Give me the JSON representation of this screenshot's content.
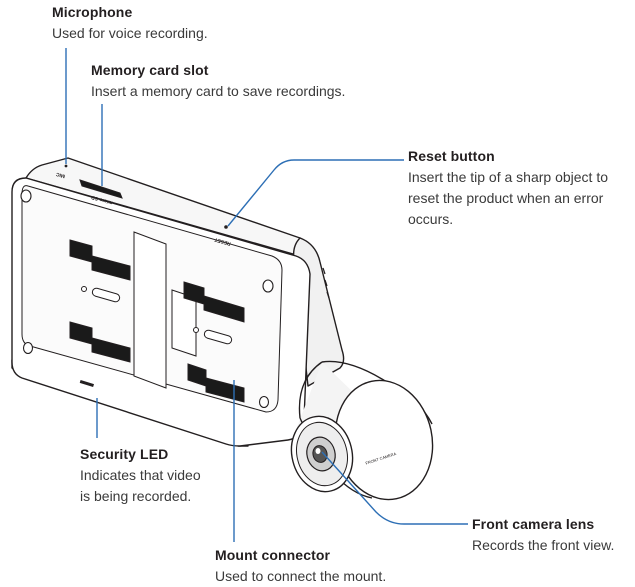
{
  "callouts": {
    "microphone": {
      "title": "Microphone",
      "description": "Used for voice recording."
    },
    "memory_card_slot": {
      "title": "Memory card slot",
      "description": "Insert a memory card to save recordings."
    },
    "reset_button": {
      "title": "Reset button",
      "description": "Insert the tip of a sharp object to\nreset the product when an error\noccurs."
    },
    "security_led": {
      "title": "Security LED",
      "description": "Indicates that video\nis being recorded."
    },
    "mount_connector": {
      "title": "Mount connector",
      "description": "Used to connect the mount."
    },
    "front_camera_lens": {
      "title": "Front camera lens",
      "description": "Records the front view."
    }
  },
  "device_labels": {
    "mic": "MIC",
    "micro_sd": "micro SD",
    "reset": "RESET",
    "lens_brand": "FRONT CAMERA"
  },
  "colors": {
    "leader_line": "#2d6fb5",
    "device_outline": "#231f20",
    "slot_fill": "#1a1a1a"
  }
}
